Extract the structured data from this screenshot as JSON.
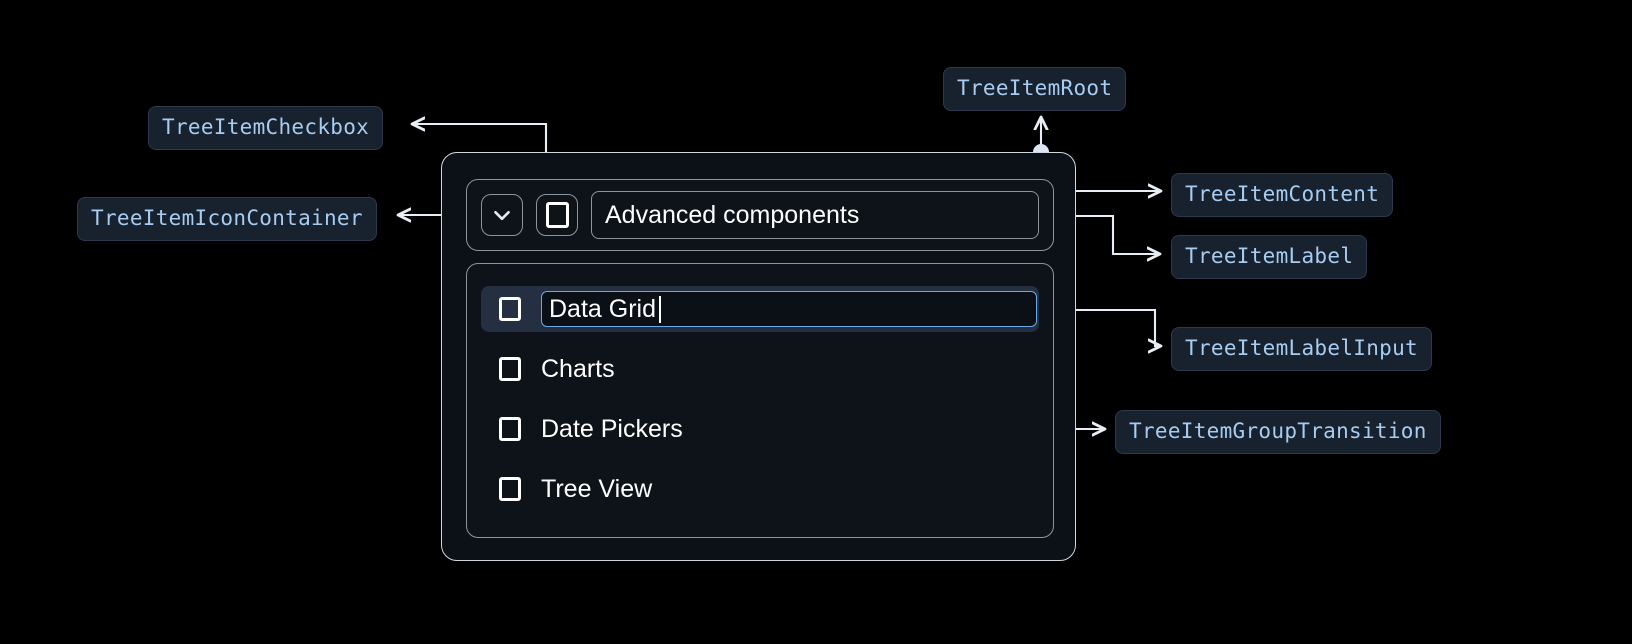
{
  "theme": {
    "background": "#000000",
    "chip_bg": "#18212e",
    "chip_border": "#2d3a4d",
    "chip_text": "#a6ccf2",
    "root_border": "#cfd6de",
    "inner_border": "#8d949c",
    "selected_row_bg": "#243042",
    "input_focus_border": "#69a9e8",
    "connector": "#e8eef5",
    "text": "#ffffff"
  },
  "annotations": [
    {
      "id": "tree-item-checkbox",
      "label": "TreeItemCheckbox"
    },
    {
      "id": "tree-item-icon-container",
      "label": "TreeItemIconContainer"
    },
    {
      "id": "tree-item-root",
      "label": "TreeItemRoot"
    },
    {
      "id": "tree-item-content",
      "label": "TreeItemContent"
    },
    {
      "id": "tree-item-label",
      "label": "TreeItemLabel"
    },
    {
      "id": "tree-item-label-input",
      "label": "TreeItemLabelInput"
    },
    {
      "id": "tree-item-group-transition",
      "label": "TreeItemGroupTransition"
    }
  ],
  "tree": {
    "root_item": {
      "expand_icon": "chevron-down-icon",
      "checkbox_icon": "checkbox-unchecked-icon",
      "checked": false,
      "expanded": true,
      "label": "Advanced components"
    },
    "children": [
      {
        "label": "Data Grid",
        "checked": false,
        "selected": true,
        "editing": true,
        "checkbox_icon": "checkbox-unchecked-icon"
      },
      {
        "label": "Charts",
        "checked": false,
        "selected": false,
        "editing": false,
        "checkbox_icon": "checkbox-unchecked-icon"
      },
      {
        "label": "Date Pickers",
        "checked": false,
        "selected": false,
        "editing": false,
        "checkbox_icon": "checkbox-unchecked-icon"
      },
      {
        "label": "Tree View",
        "checked": false,
        "selected": false,
        "editing": false,
        "checkbox_icon": "checkbox-unchecked-icon"
      }
    ]
  }
}
